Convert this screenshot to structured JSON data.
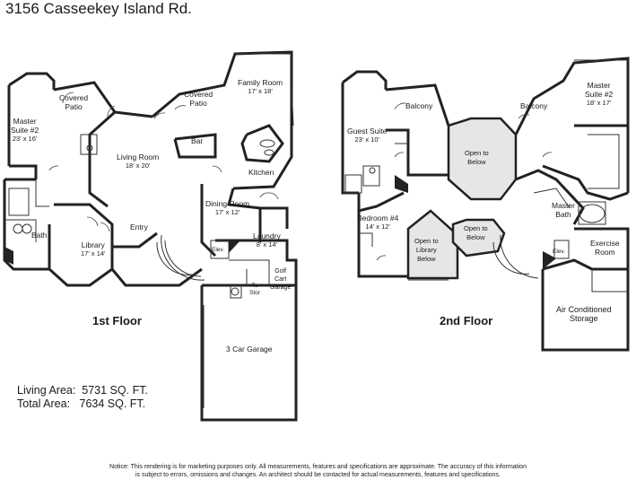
{
  "title": "3156 Casseekey Island Rd.",
  "floors": {
    "first": {
      "label": "1st Floor",
      "rooms": [
        {
          "id": "master-suite-2",
          "name": "Master\nSuite #2",
          "dim": "23' x 16'"
        },
        {
          "id": "covered-patio-left",
          "name": "Covered\nPatio",
          "dim": ""
        },
        {
          "id": "covered-patio-right",
          "name": "Covered\nPatio",
          "dim": ""
        },
        {
          "id": "family-room",
          "name": "Family Room",
          "dim": "17' x 18'"
        },
        {
          "id": "living-room",
          "name": "Living Room",
          "dim": "18' x 20'"
        },
        {
          "id": "bar",
          "name": "Bar",
          "dim": ""
        },
        {
          "id": "kitchen",
          "name": "Kitchen",
          "dim": ""
        },
        {
          "id": "dining-room",
          "name": "Dining Room",
          "dim": "17' x 12'"
        },
        {
          "id": "laundry",
          "name": "Laundry",
          "dim": "8' x 14'"
        },
        {
          "id": "bath",
          "name": "Bath",
          "dim": ""
        },
        {
          "id": "library",
          "name": "Library",
          "dim": "17' x 14'"
        },
        {
          "id": "entry",
          "name": "Entry",
          "dim": ""
        },
        {
          "id": "elev",
          "name": "Elev.",
          "dim": ""
        },
        {
          "id": "stor",
          "name": "To\nStor",
          "dim": ""
        },
        {
          "id": "golf-cart-garage",
          "name": "Golf\nCart\nGarage",
          "dim": ""
        },
        {
          "id": "car-garage",
          "name": "3 Car Garage",
          "dim": ""
        }
      ]
    },
    "second": {
      "label": "2nd Floor",
      "rooms": [
        {
          "id": "balcony-left",
          "name": "Balcony",
          "dim": ""
        },
        {
          "id": "balcony-right",
          "name": "Balcony",
          "dim": ""
        },
        {
          "id": "master-suite-2-up",
          "name": "Master\nSuite #2",
          "dim": "18' x 17'"
        },
        {
          "id": "guest-suite",
          "name": "Guest Suite",
          "dim": "23' x 10'"
        },
        {
          "id": "open-to-below",
          "name": "Open to\nBelow",
          "dim": ""
        },
        {
          "id": "bedroom-4",
          "name": "Bedroom #4",
          "dim": "14' x 12'"
        },
        {
          "id": "open-to-library",
          "name": "Open to\nLibrary\nBelow",
          "dim": ""
        },
        {
          "id": "open-to-below-small",
          "name": "Open to\nBelow",
          "dim": ""
        },
        {
          "id": "master-bath",
          "name": "Master\nBath",
          "dim": ""
        },
        {
          "id": "exercise-room",
          "name": "Exercise\nRoom",
          "dim": ""
        },
        {
          "id": "elev-up",
          "name": "Elev.",
          "dim": ""
        },
        {
          "id": "ac-storage",
          "name": "Air Conditioned\nStorage",
          "dim": ""
        }
      ]
    }
  },
  "areas": {
    "living_label": "Living Area:",
    "living_value": "5731 SQ. FT.",
    "total_label": "Total Area:",
    "total_value": "7634 SQ. FT."
  },
  "notice": {
    "line1": "Notice: This rendering is for marketing purposes only. All measurements, features and specifications are approximate. The accuracy of this information",
    "line2": "is subject to errors, omissions and changes. An architect should be contacted for actual measurements, features and specifications."
  },
  "colors": {
    "wall": "#222222",
    "open_area": "#e6e6e6"
  }
}
